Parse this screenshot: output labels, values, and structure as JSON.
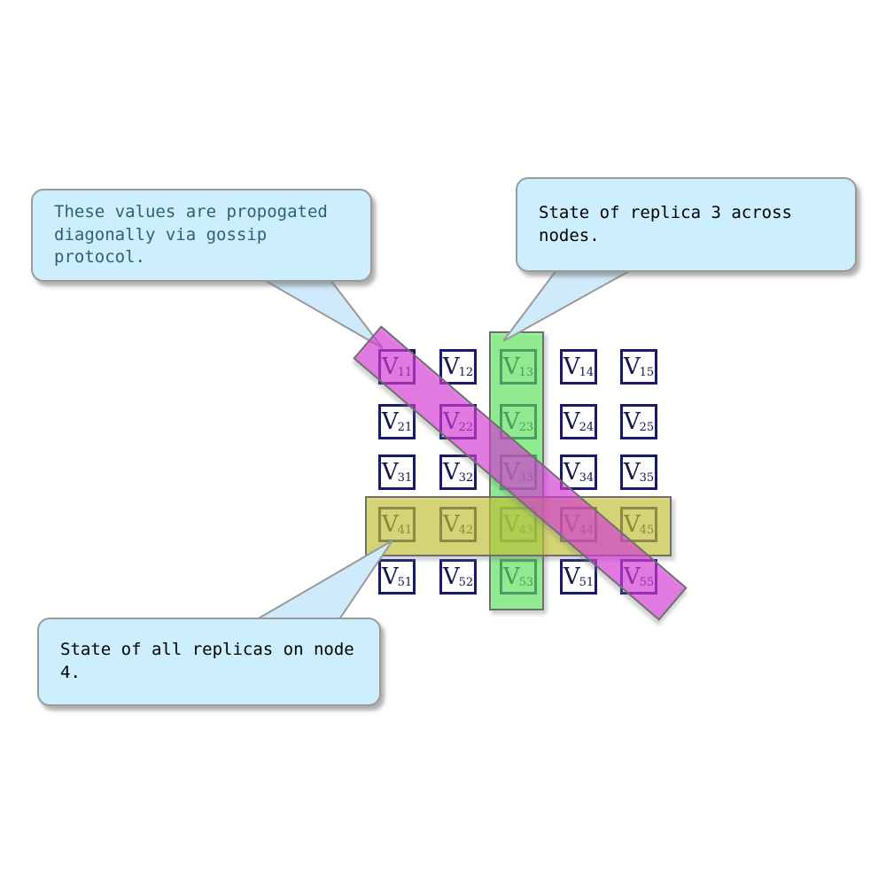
{
  "callouts": {
    "gossip": {
      "text": "These values are propogated\ndiagonally via gossip protocol.",
      "text_color": "#2e6077"
    },
    "replica": {
      "text": "State of replica 3 across nodes.",
      "text_color": "#000000"
    },
    "node": {
      "text": "State of all replicas on node 4.",
      "text_color": "#000000"
    }
  },
  "matrix": {
    "symbol": "V",
    "rows": [
      [
        "11",
        "12",
        "13",
        "14",
        "15"
      ],
      [
        "21",
        "22",
        "23",
        "24",
        "25"
      ],
      [
        "31",
        "32",
        "33",
        "34",
        "35"
      ],
      [
        "41",
        "42",
        "43",
        "44",
        "45"
      ],
      [
        "51",
        "52",
        "53",
        "51",
        "55"
      ]
    ],
    "cell_border_color": "#191970",
    "cell_text_color": "#14144e"
  },
  "highlights": {
    "column_band": {
      "fill": "rgba(82,240,82,0.55)",
      "stroke": "#6e6e6e"
    },
    "row_band": {
      "fill": "rgba(204,204,4,0.55)",
      "stroke": "#6e6e6e"
    },
    "diagonal_band": {
      "fill": "rgba(224,27,224,0.55)",
      "stroke": "#6e6e6e"
    },
    "tail_fill": "#cfeafa",
    "tail_stroke": "#999999"
  }
}
